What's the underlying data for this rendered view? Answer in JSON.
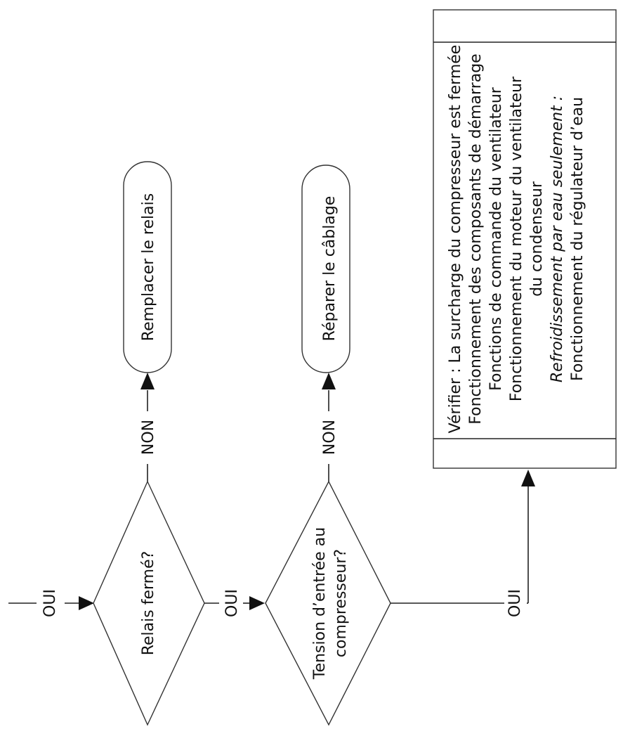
{
  "flowchart": {
    "decisions": [
      {
        "text_lines": [
          "Relais fermé?"
        ]
      },
      {
        "text_lines": [
          "Tension d’entrée au",
          "compresseur?"
        ]
      }
    ],
    "terminals": [
      {
        "text": "Remplacer le relais"
      },
      {
        "text": "Réparer le câblage"
      }
    ],
    "edge_labels": {
      "yes": "OUI",
      "no": "NON"
    },
    "check_box": {
      "lines": [
        {
          "text": "Vérifier : La surcharge du compresseur est fermée",
          "italic": false
        },
        {
          "text": "Fonctionnement des composants de démarrage",
          "italic": false
        },
        {
          "text": "Fonctions de commande du ventilateur",
          "italic": false
        },
        {
          "text": "Fonctionnement du moteur du ventilateur",
          "italic": false
        },
        {
          "text": "du condenseur",
          "italic": false
        },
        {
          "text": "Refroidissement par eau seulement :",
          "italic": true
        },
        {
          "text": "Fonctionnement du régulateur d’eau",
          "italic": false
        }
      ]
    }
  }
}
